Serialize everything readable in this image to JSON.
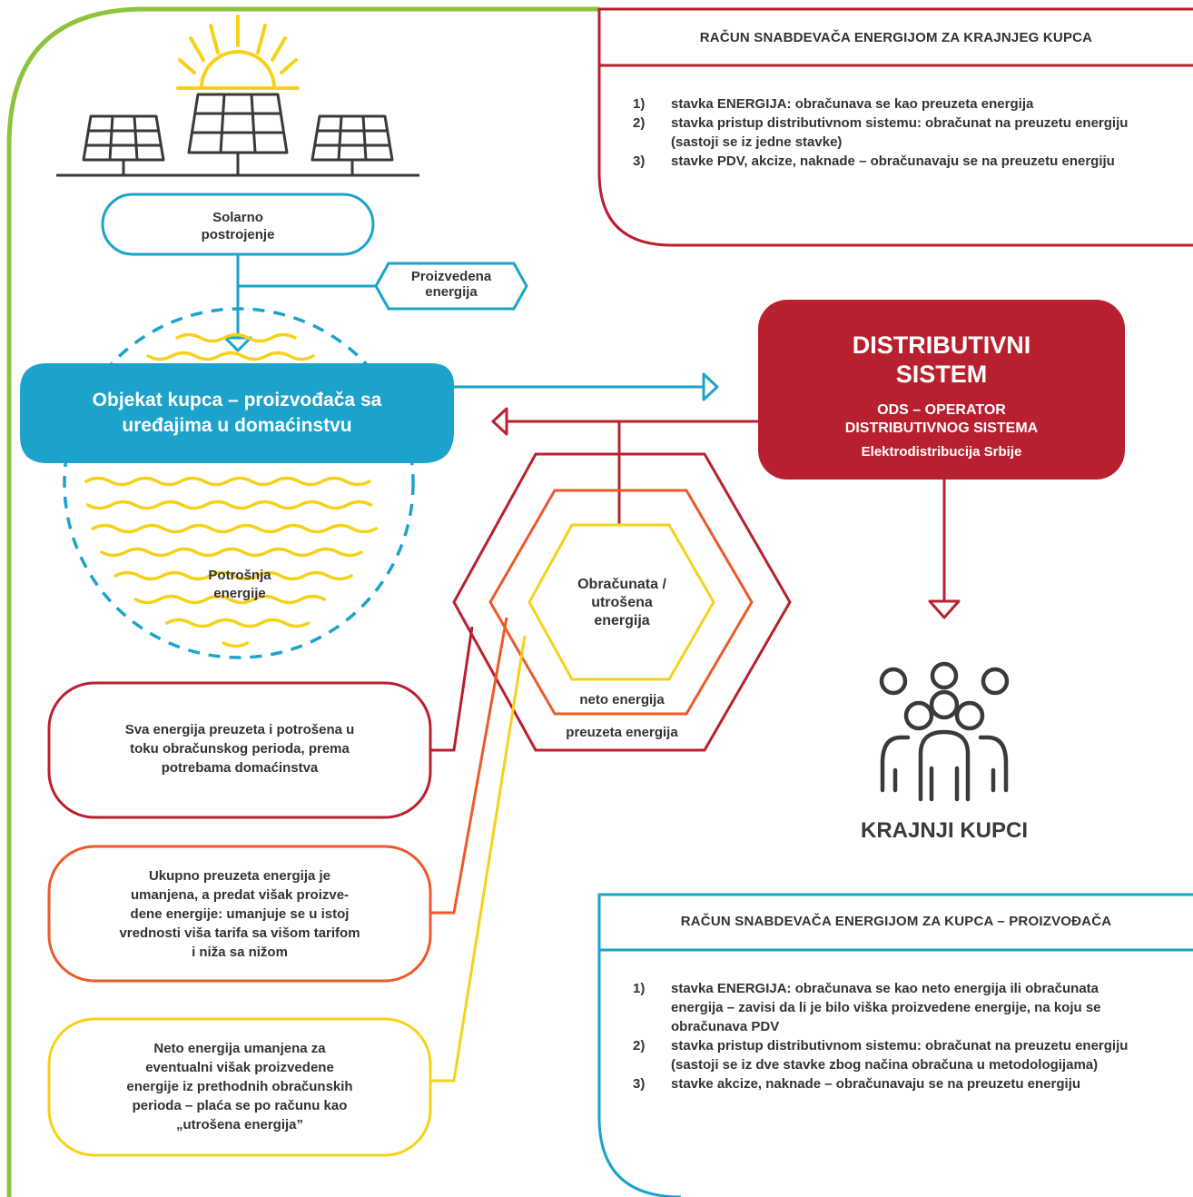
{
  "colors": {
    "green": "#8cc43d",
    "blue": "#1ba3cc",
    "red": "#b8202f",
    "orange": "#ec5a2b",
    "yellow": "#f7d117",
    "dark": "#3a3a3a"
  },
  "solar": {
    "label": "Solarno\npostrojenje",
    "icon": "solar-panels-sun-icon"
  },
  "produced": {
    "label": "Proizvedena\nenergija"
  },
  "building": {
    "label": "Objekat kupca – proizvođača sa\nuređajima u domaćinstvu"
  },
  "consumption": {
    "label": "Potrošnja\nenergije"
  },
  "ods": {
    "title": "DISTRIBUTIVNI\nSISTEM",
    "subtitle": "ODS – OPERATOR\nDISTRIBUTIVNOG SISTEMA",
    "company": "Elektrodistribucija Srbije"
  },
  "hexagon": {
    "inner": "Obračunata /\nutrošena\nenergija",
    "middle": "neto energija",
    "outer": "preuzeta energija"
  },
  "notes": {
    "red": "Sva energija preuzeta i potrošena u\ntoku obračunskog perioda, prema\npotrebama domaćinstva",
    "orange": "Ukupno preuzeta energija je\numanjena, a predat višak proizve-\ndene energije: umanjuje se u istoj\nvrednosti viša tarifa sa višom tarifom\ni niža sa nižom",
    "yellow": "Neto energija umanjena za\neventualni višak proizvedene\nenergije iz prethodnih obračunskih\nperioda – plaća se po računu kao\n„utrošena energija”"
  },
  "customers": {
    "label": "KRAJNJI KUPCI",
    "icon": "people-group-icon"
  },
  "bill_end": {
    "title": "RAČUN SNABDEVAČA ENERGIJOM ZA KRAJNJEG KUPCA",
    "items": [
      {
        "num": "1)",
        "text": "stavka ENERGIJA: obračunava se kao preuzeta energija"
      },
      {
        "num": "2)",
        "text": "stavka pristup distributivnom sistemu: obračunat na preuzetu energiju (sastoji se iz jedne stavke)"
      },
      {
        "num": "3)",
        "text": "stavke PDV, akcize, naknade – obračunavaju se na preuzetu energiju"
      }
    ]
  },
  "bill_prosumer": {
    "title": "RAČUN SNABDEVAČA ENERGIJOM ZA KUPCA – PROIZVOĐAČA",
    "items": [
      {
        "num": "1)",
        "text": "stavka ENERGIJA: obračunava se kao neto energija ili obračunata energija – zavisi da li je bilo viška proizvedene energije, na koju se obračunava PDV"
      },
      {
        "num": "2)",
        "text": "stavka pristup distributivnom sistemu: obračunat na preuzetu energiju (sastoji se iz dve stavke zbog načina obračuna u metodologijama)"
      },
      {
        "num": "3)",
        "text": "stavke akcize, naknade – obračunavaju se na preuzetu energiju"
      }
    ]
  }
}
